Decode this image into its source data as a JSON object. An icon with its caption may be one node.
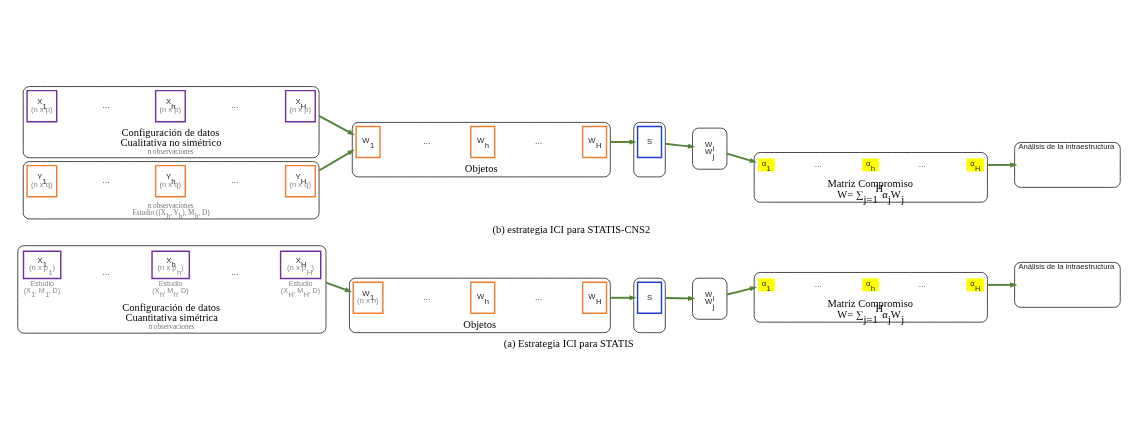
{
  "diagram": {
    "nodes": [
      {
        "text": [
          "Configuración de datos",
          "Cuantitativa simétrica"
        ],
        "beside": [
          "n observaciones"
        ]
      },
      {
        "text": [
          "X$_{1}$",
          "(n x p$_{1}$)"
        ],
        "in": 0,
        "beside": [
          "Estudio",
          "(X$_{1}$, M$_{1}$, D)"
        ]
      },
      {
        "text": [
          "X$_{h}$",
          "(n x p$_{h}$)"
        ],
        "in": 0,
        "beside": [
          "Estudio",
          "(X$_{h}$, M$_{h}$, D)"
        ]
      },
      {
        "text": [
          "X$_{H}$",
          "(n x p$_{H}$)"
        ],
        "in": 0,
        "beside": [
          "Estudio",
          "(X$_{H}$, M$_{H}$, D)"
        ]
      },
      {
        "text": [
          "Objetos"
        ]
      },
      {
        "text": [
          "W$_{1}$",
          "(n x n)"
        ],
        "in": 4
      },
      {
        "text": [
          "W$_{h}$"
        ],
        "in": 4
      },
      {
        "text": [
          "W$_{H}$"
        ],
        "in": 4
      },
      {
        "text": [],
        "shape": "box"
      },
      {
        "text": [
          "S"
        ],
        "in": 8
      },
      {
        "text": [
          "W$_{i}$",
          "W$_{j}$"
        ]
      },
      {
        "text": [
          "Matriz Compromiso",
          "W= ∑$_{j=1}$$^{H}$α$_{j}$W$_{j}$"
        ]
      },
      {
        "text": [
          "α$_{1}$"
        ],
        "in": 11
      },
      {
        "text": [
          "α$_{h}$"
        ],
        "in": 11
      },
      {
        "text": [
          "α$_{H}$"
        ],
        "in": 11
      },
      {
        "text": [
          "Análisis de la intraestructura"
        ]
      },
      {
        "text": [
          "Configuración de datos",
          "Cualitativa no simétrico"
        ],
        "beside": [
          "n observaciones"
        ]
      },
      {
        "text": [
          "X$_{1}$",
          "(n x p)"
        ],
        "in": 16
      },
      {
        "text": [
          "X$_{h}$",
          "(n x p)"
        ],
        "in": 16
      },
      {
        "text": [
          "X$_{H}$",
          "(n x p)"
        ],
        "in": 16
      },
      {
        "text": [],
        "shape": "box",
        "beside": [
          "n observaciones",
          "Estudio ((X$_{h}$, Y$_{h}$), M$_{h}$, D)"
        ]
      },
      {
        "text": [
          "Y$_{1}$",
          "(n x q)"
        ],
        "in": 20
      },
      {
        "text": [
          "Y$_{h}$",
          "(n x q)"
        ],
        "in": 20
      },
      {
        "text": [
          "Y$_{H}$",
          "(n x q)"
        ],
        "in": 20
      },
      {
        "text": [
          "Objetos"
        ]
      },
      {
        "text": [
          "W$_{1}$"
        ],
        "in": 24
      },
      {
        "text": [
          "W$_{h}$"
        ],
        "in": 24
      },
      {
        "text": [
          "W$_{H}$"
        ],
        "in": 24
      },
      {
        "text": [],
        "shape": "box"
      },
      {
        "text": [
          "S"
        ],
        "in": 28
      },
      {
        "text": [
          "W$_{i}$",
          "W$_{j}$"
        ]
      },
      {
        "text": [
          "Matriz Compromiso",
          "W= ∑$_{j=1}$$^{H}$α$_{j}$W$_{j}$"
        ]
      },
      {
        "text": [
          "α$_{1}$"
        ],
        "in": 31
      },
      {
        "text": [
          "α$_{h}$"
        ],
        "in": 31
      },
      {
        "text": [
          "α$_{H}$"
        ],
        "in": 31
      },
      {
        "text": [
          "Análisis de la intraestructura"
        ]
      }
    ],
    "edges": [
      {
        "from": 0,
        "to": 4,
        "arrow": "to"
      },
      {
        "from": 4,
        "to": 8,
        "arrow": "to"
      },
      {
        "from": 8,
        "to": 10,
        "arrow": "to"
      },
      {
        "from": 10,
        "to": 11,
        "arrow": "to"
      },
      {
        "from": 11,
        "to": 15,
        "arrow": "to"
      },
      {
        "from": 16,
        "to": 24,
        "arrow": "to"
      },
      {
        "from": 20,
        "to": 24,
        "arrow": "to"
      },
      {
        "from": 24,
        "to": 28,
        "arrow": "to"
      },
      {
        "from": 28,
        "to": 30,
        "arrow": "to"
      },
      {
        "from": 30,
        "to": 31,
        "arrow": "to"
      },
      {
        "from": 31,
        "to": 35,
        "arrow": "to"
      }
    ],
    "labels": [
      "…",
      "…",
      "…",
      "…",
      "…",
      "…",
      "…",
      "…",
      "…",
      "…",
      "…",
      "…",
      "…",
      "…",
      "(a) Estrategia ICI para STATIS",
      "(b) estrategia ICI para STATIS-CNS2"
    ]
  }
}
